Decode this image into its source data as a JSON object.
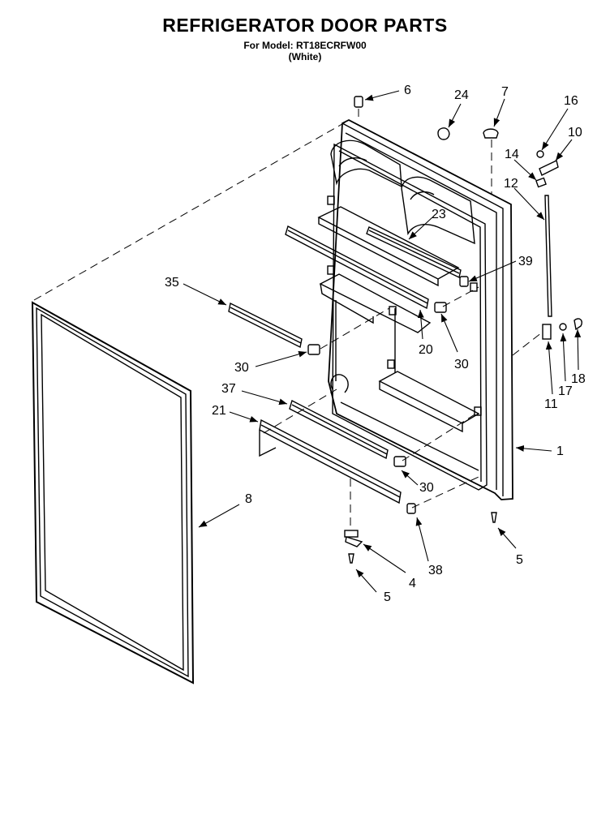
{
  "header": {
    "title": "REFRIGERATOR DOOR PARTS",
    "model_line": "For Model: RT18ECRFW00",
    "color_line": "(White)"
  },
  "callouts": [
    {
      "id": "c6",
      "text": "6"
    },
    {
      "id": "c24",
      "text": "24"
    },
    {
      "id": "c7",
      "text": "7"
    },
    {
      "id": "c16",
      "text": "16"
    },
    {
      "id": "c10",
      "text": "10"
    },
    {
      "id": "c14",
      "text": "14"
    },
    {
      "id": "c12",
      "text": "12"
    },
    {
      "id": "c23",
      "text": "23"
    },
    {
      "id": "c39",
      "text": "39"
    },
    {
      "id": "c35",
      "text": "35"
    },
    {
      "id": "c20",
      "text": "20"
    },
    {
      "id": "c30a",
      "text": "30"
    },
    {
      "id": "c30b",
      "text": "30"
    },
    {
      "id": "c30c",
      "text": "30"
    },
    {
      "id": "c18",
      "text": "18"
    },
    {
      "id": "c17",
      "text": "17"
    },
    {
      "id": "c11",
      "text": "11"
    },
    {
      "id": "c37",
      "text": "37"
    },
    {
      "id": "c21",
      "text": "21"
    },
    {
      "id": "c1",
      "text": "1"
    },
    {
      "id": "c8",
      "text": "8"
    },
    {
      "id": "c5a",
      "text": "5"
    },
    {
      "id": "c5b",
      "text": "5"
    },
    {
      "id": "c4",
      "text": "4"
    },
    {
      "id": "c38",
      "text": "38"
    }
  ]
}
